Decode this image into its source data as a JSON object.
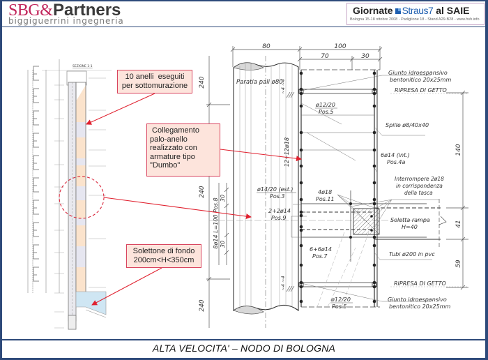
{
  "header": {
    "logo": {
      "brand_part1": "SBG&",
      "brand_part2": "Partners",
      "subtitle": "biggiguerrini ingegneria"
    },
    "event_banner": {
      "title_prefix": "Giornate",
      "brand": "Straus7",
      "title_suffix": "al SAIE",
      "details": "Bologna 15-18 ottobre 2008 - Padiglione 18 - Stand A29-B28 - www.hsh.info"
    }
  },
  "section_drawing": {
    "title": "SEZIONE 1-1"
  },
  "callouts": [
    {
      "id": "anelli",
      "lines": [
        "10 anelli  eseguiti",
        "per sottomurazione"
      ]
    },
    {
      "id": "collegamento",
      "lines": [
        " Collegamento",
        "palo-anello",
        "realizzato con",
        "armature tipo",
        "\"Dumbo\""
      ]
    },
    {
      "id": "solettone",
      "lines": [
        "Solettone di fondo",
        "200cm<H<350cm"
      ]
    }
  ],
  "detail_drawing": {
    "top_dimensions": {
      "pile_width": "80",
      "ring_width": "100",
      "inner": "70",
      "outer": "30"
    },
    "vertical_dimensions_left": [
      "240",
      "240",
      "240"
    ],
    "pile_rebar_dimensions": [
      "30",
      "30"
    ],
    "vertical_dimensions_right": [
      "140",
      "41",
      "59"
    ],
    "labels": {
      "pile_wall": "Paratia pali ø80",
      "joint_top_line1": "Giunto idroespansivo",
      "joint_top_line2": "bentonitico 20x25mm",
      "ripresa_top": "RIPRESA DI GETTO",
      "stirrup_top_line1": "ø12/20",
      "stirrup_top_line2": "Pos.5",
      "spille": "Spille ø8/40x40",
      "vertical_bars": "12+12ø18",
      "int_bars_line1": "6ø14 (int.)",
      "int_bars_line2": "Pos.4a",
      "interrompere_line1": "Interrompere 2ø18",
      "interrompere_line2": "in corrispondenza",
      "interrompere_line3": "della tasca",
      "est_bars_line1": "ø14/20 (est.)",
      "est_bars_line2": "Pos.3",
      "bars_11_line1": "4ø18",
      "bars_11_line2": "Pos.11",
      "bars_9_line1": "2+2ø14",
      "bars_9_line2": "Pos.9",
      "soletta_line1": "Soletta rampa",
      "soletta_line2": "H=40",
      "bars_7_line1": "6+6ø14",
      "bars_7_line2": "Pos.7",
      "tubi": "Tubi ø200 in pvc",
      "ripresa_bottom": "RIPRESA DI GETTO",
      "stirrup_bottom_line1": "ø12/20",
      "stirrup_bottom_line2": "Pos.5",
      "joint_bottom_line1": "Giunto idroespansivo",
      "joint_bottom_line2": "bentonitico 20x25mm",
      "pile_bars": "8ø14 L=100 Pos.8"
    }
  },
  "footer": {
    "title": "ALTA VELOCITA' – NODO DI BOLOGNA"
  },
  "colors": {
    "frame": "#2e4a7a",
    "brand_red": "#c1245a",
    "callout_fill": "#fde4dc",
    "callout_border": "#d9455f",
    "arrow": "#e0202e",
    "ring_fill": "#fbe3cc",
    "slab_fill": "#cfe6f3"
  }
}
